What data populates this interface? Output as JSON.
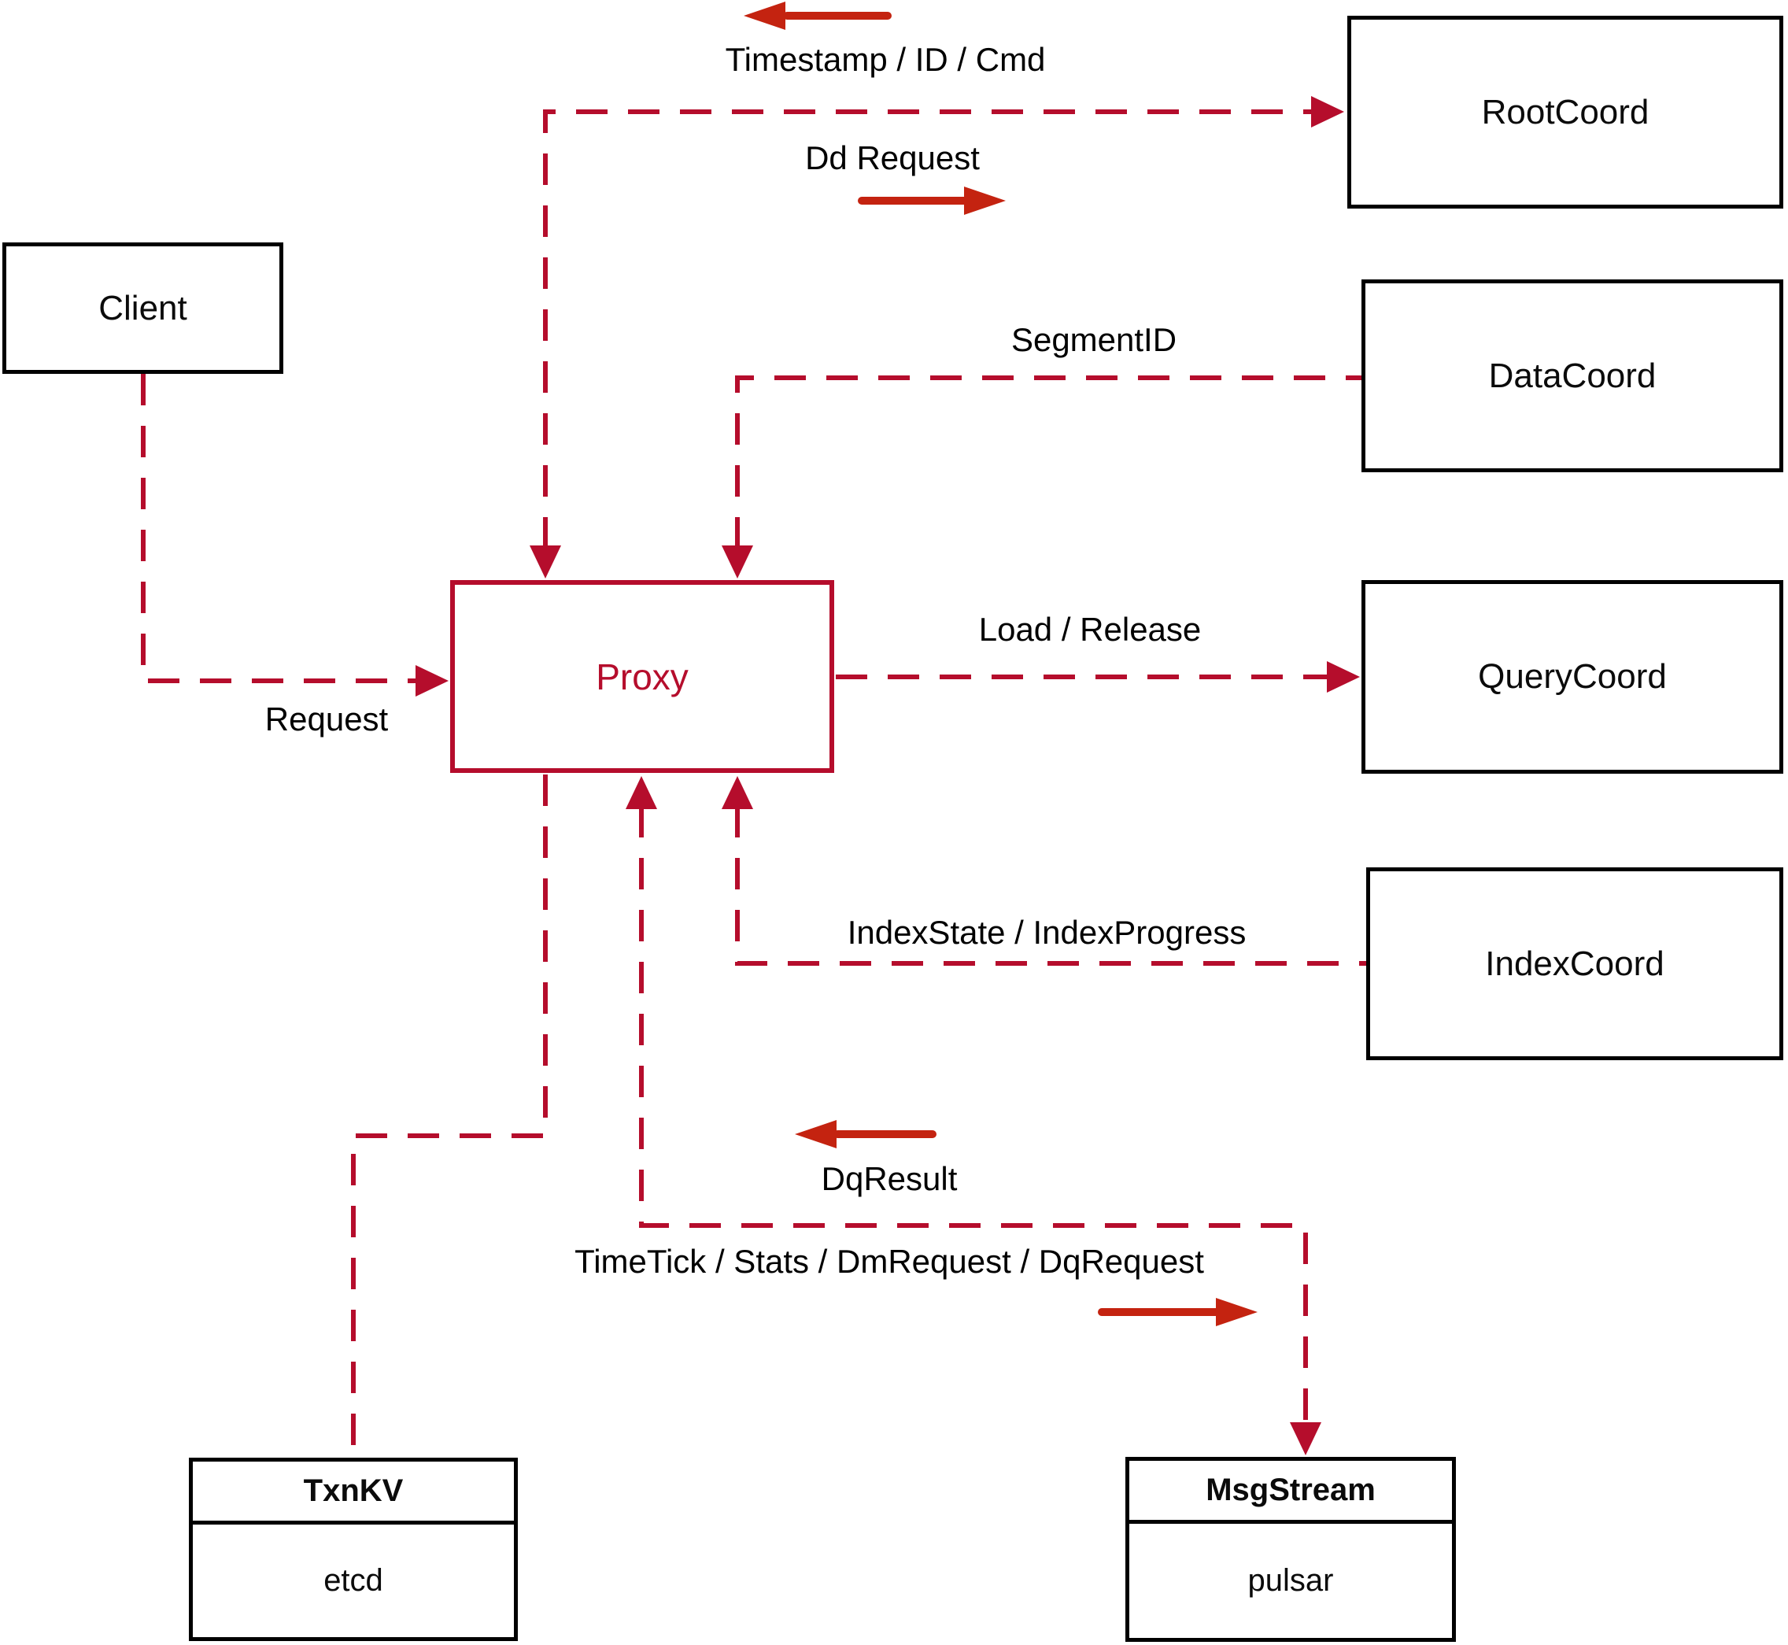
{
  "diagram": {
    "nodes": {
      "client": {
        "label": "Client"
      },
      "proxy": {
        "label": "Proxy"
      },
      "rootcoord": {
        "label": "RootCoord"
      },
      "datacoord": {
        "label": "DataCoord"
      },
      "querycoord": {
        "label": "QueryCoord"
      },
      "indexcoord": {
        "label": "IndexCoord"
      },
      "txnkv": {
        "title": "TxnKV",
        "subtitle": "etcd"
      },
      "msgstream": {
        "title": "MsgStream",
        "subtitle": "pulsar"
      }
    },
    "edge_labels": {
      "timestamp_id_cmd": "Timestamp / ID / Cmd",
      "dd_request": "Dd Request",
      "segment_id": "SegmentID",
      "request": "Request",
      "load_release": "Load / Release",
      "index_state": "IndexState / IndexProgress",
      "dq_result": "DqResult",
      "timetick": "TimeTick / Stats / DmRequest / DqRequest"
    },
    "colors": {
      "line": "#b50d2c",
      "arrow": "#c42310",
      "box_border": "#000000",
      "background": "#ffffff"
    }
  }
}
